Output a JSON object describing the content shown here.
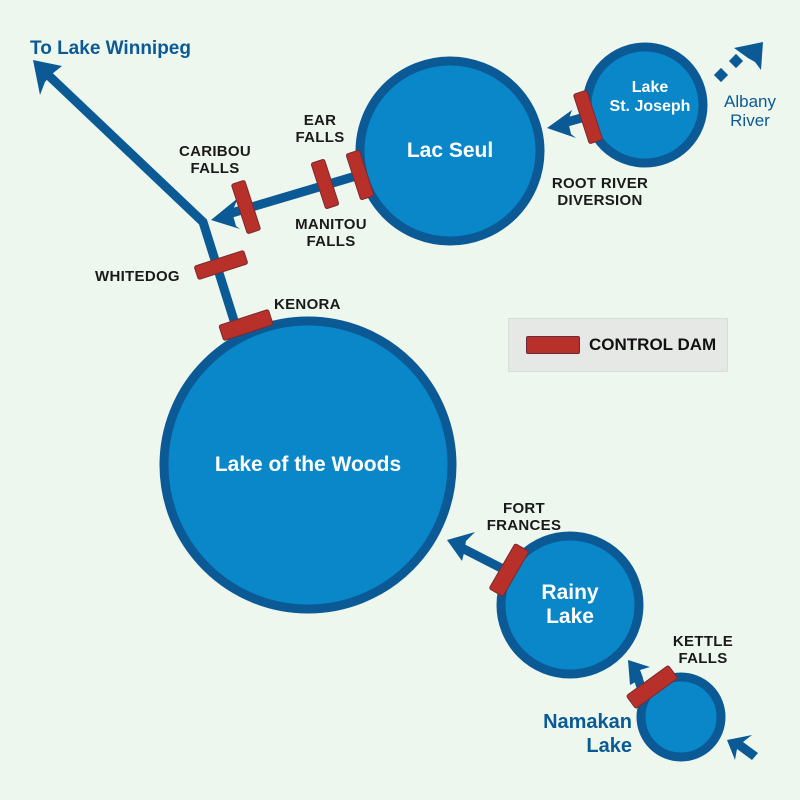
{
  "colors": {
    "background": "#eef7ee",
    "lake_fill": "#0a87c8",
    "lake_stroke": "#0b5a96",
    "river": "#0b5a96",
    "dam": "#b8302a",
    "lake_label": "#ffffff",
    "label": "#1a1a1a"
  },
  "lakes": {
    "lake_of_the_woods": "Lake of the Woods",
    "lac_seul": "Lac Seul",
    "lake_st_joseph_line1": "Lake",
    "lake_st_joseph_line2": "St. Joseph",
    "rainy_lake_line1": "Rainy",
    "rainy_lake_line2": "Lake",
    "namakan_line1": "Namakan",
    "namakan_line2": "Lake"
  },
  "rivers": {
    "winnipeg": "To Lake Winnipeg",
    "albany_line1": "Albany",
    "albany_line2": "River"
  },
  "dams": {
    "ear_falls_line1": "EAR",
    "ear_falls_line2": "FALLS",
    "caribou_falls_line1": "CARIBOU",
    "caribou_falls_line2": "FALLS",
    "manitou_falls_line1": "MANITOU",
    "manitou_falls_line2": "FALLS",
    "whitedog": "WHITEDOG",
    "kenora": "KENORA",
    "root_river_line1": "ROOT RIVER",
    "root_river_line2": "DIVERSION",
    "fort_frances_line1": "FORT",
    "fort_frances_line2": "FRANCES",
    "kettle_falls_line1": "KETTLE",
    "kettle_falls_line2": "FALLS"
  },
  "legend": {
    "control_dam": "CONTROL DAM"
  }
}
